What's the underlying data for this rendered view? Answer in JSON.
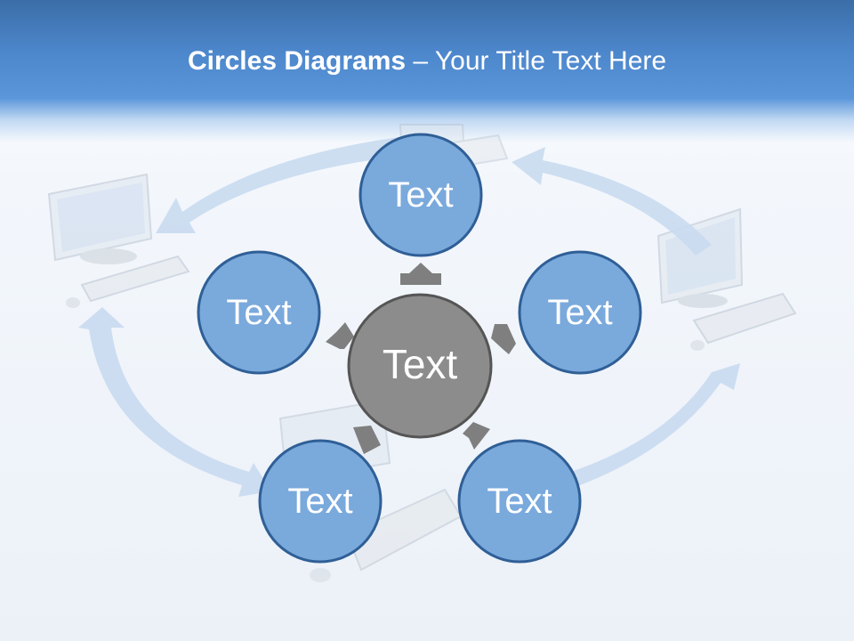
{
  "title": {
    "bold": "Circles Diagrams",
    "separator": "–",
    "rest": "Your Title Text Here"
  },
  "diagram": {
    "center": {
      "label": "Text"
    },
    "nodes": [
      {
        "label": "Text"
      },
      {
        "label": "Text"
      },
      {
        "label": "Text"
      },
      {
        "label": "Text"
      },
      {
        "label": "Text"
      }
    ]
  },
  "colors": {
    "node_fill": "#7aa9dc",
    "node_stroke": "#2f5f96",
    "center_fill": "#8c8c8c",
    "center_stroke": "#555555",
    "arrow_fill": "#7f7f7f",
    "ring_arrow": "#c9daf0",
    "header": "#4d87cc"
  }
}
